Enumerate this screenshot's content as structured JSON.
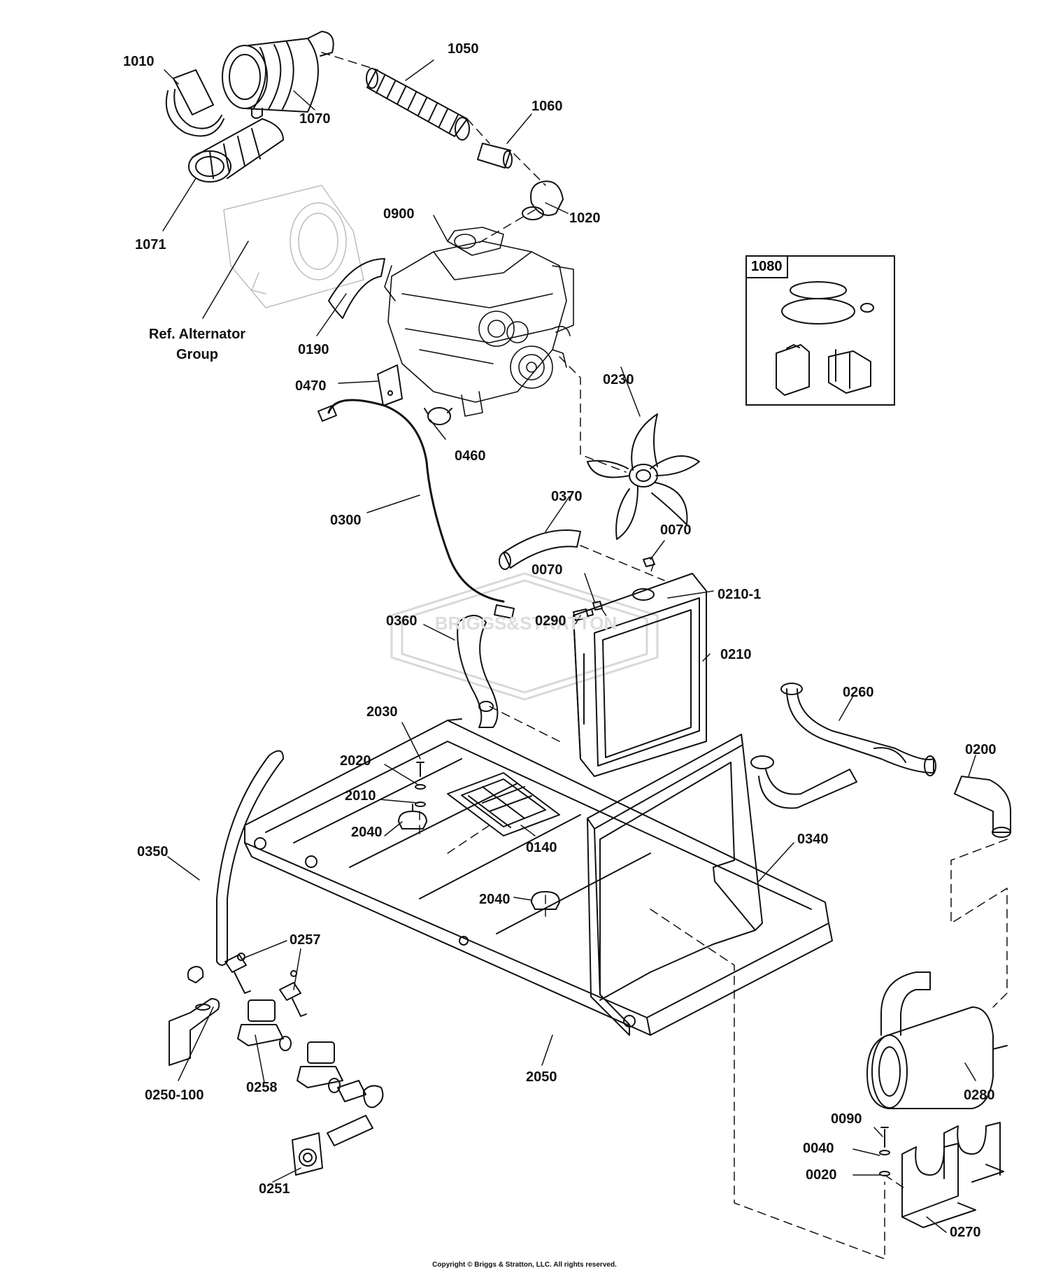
{
  "parts": {
    "p1010": "1010",
    "p1050": "1050",
    "p1070": "1070",
    "p1060": "1060",
    "p1071": "1071",
    "p1020": "1020",
    "p0900": "0900",
    "ref_line1": "Ref. Alternator",
    "ref_line2": "Group",
    "p0190": "0190",
    "p0470": "0470",
    "p0230": "0230",
    "p0460": "0460",
    "p0300": "0300",
    "p0370": "0370",
    "p0070a": "0070",
    "p0070b": "0070",
    "p0210_1": "0210-1",
    "p0290": "0290",
    "p0360": "0360",
    "p0210": "0210",
    "p0260": "0260",
    "p2030": "2030",
    "p0200": "0200",
    "p2020": "2020",
    "p2010": "2010",
    "p2040a": "2040",
    "p0140": "0140",
    "p0340": "0340",
    "p0350": "0350",
    "p2040b": "2040",
    "p0257": "0257",
    "p2050": "2050",
    "p0258": "0258",
    "p0250_100": "0250-100",
    "p0280": "0280",
    "p0090": "0090",
    "p0040": "0040",
    "p0020": "0020",
    "p0251": "0251",
    "p0270": "0270"
  },
  "kit": {
    "label": "1080"
  },
  "watermark": {
    "text": "BRIGGS&STRATTON"
  },
  "footer": {
    "copyright": "Copyright © Briggs & Stratton, LLC. All rights reserved."
  }
}
